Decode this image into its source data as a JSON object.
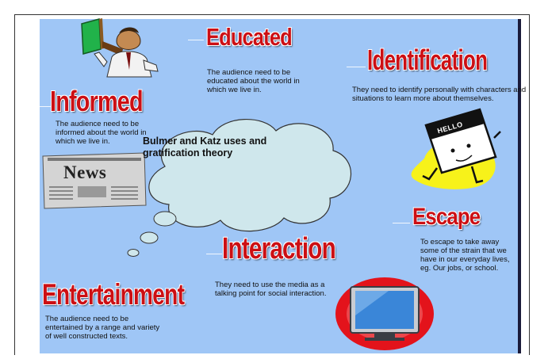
{
  "diagram": {
    "center_title": "Bulmer and Katz uses and gratification theory",
    "news_icon_label": "News",
    "hello_badge_label": "HELLO",
    "nodes": {
      "educated": {
        "heading": "Educated",
        "text": "The audience need to be educated about the world in which we live in."
      },
      "identification": {
        "heading": "Identification",
        "text": "They need to identify personally with characters and situations to learn more about themselves."
      },
      "informed": {
        "heading": "Informed",
        "text": "The audience need to be informed about the world in which we live in."
      },
      "escape": {
        "heading": "Escape",
        "text": "To escape to take away some of the strain that we have in our everyday lives, eg. Our jobs, or school."
      },
      "interaction": {
        "heading": "Interaction",
        "text": "They need to use the media as a talking point for social interaction."
      },
      "entertainment": {
        "heading": "Entertainment",
        "text": "The audience need to be entertained by a range and variety of well constructed texts."
      }
    }
  },
  "colors": {
    "slide_background": "#9fc6f6",
    "heading_red": "#cc0f14",
    "cloud_fill": "#cfe7ec",
    "escape_badge_yellow": "#f7f21a",
    "tv_circle_red": "#e3131b"
  },
  "icons": [
    "teacher-pointing-icon",
    "newspaper-icon",
    "hello-badge-icon",
    "television-icon",
    "thought-cloud-icon"
  ]
}
